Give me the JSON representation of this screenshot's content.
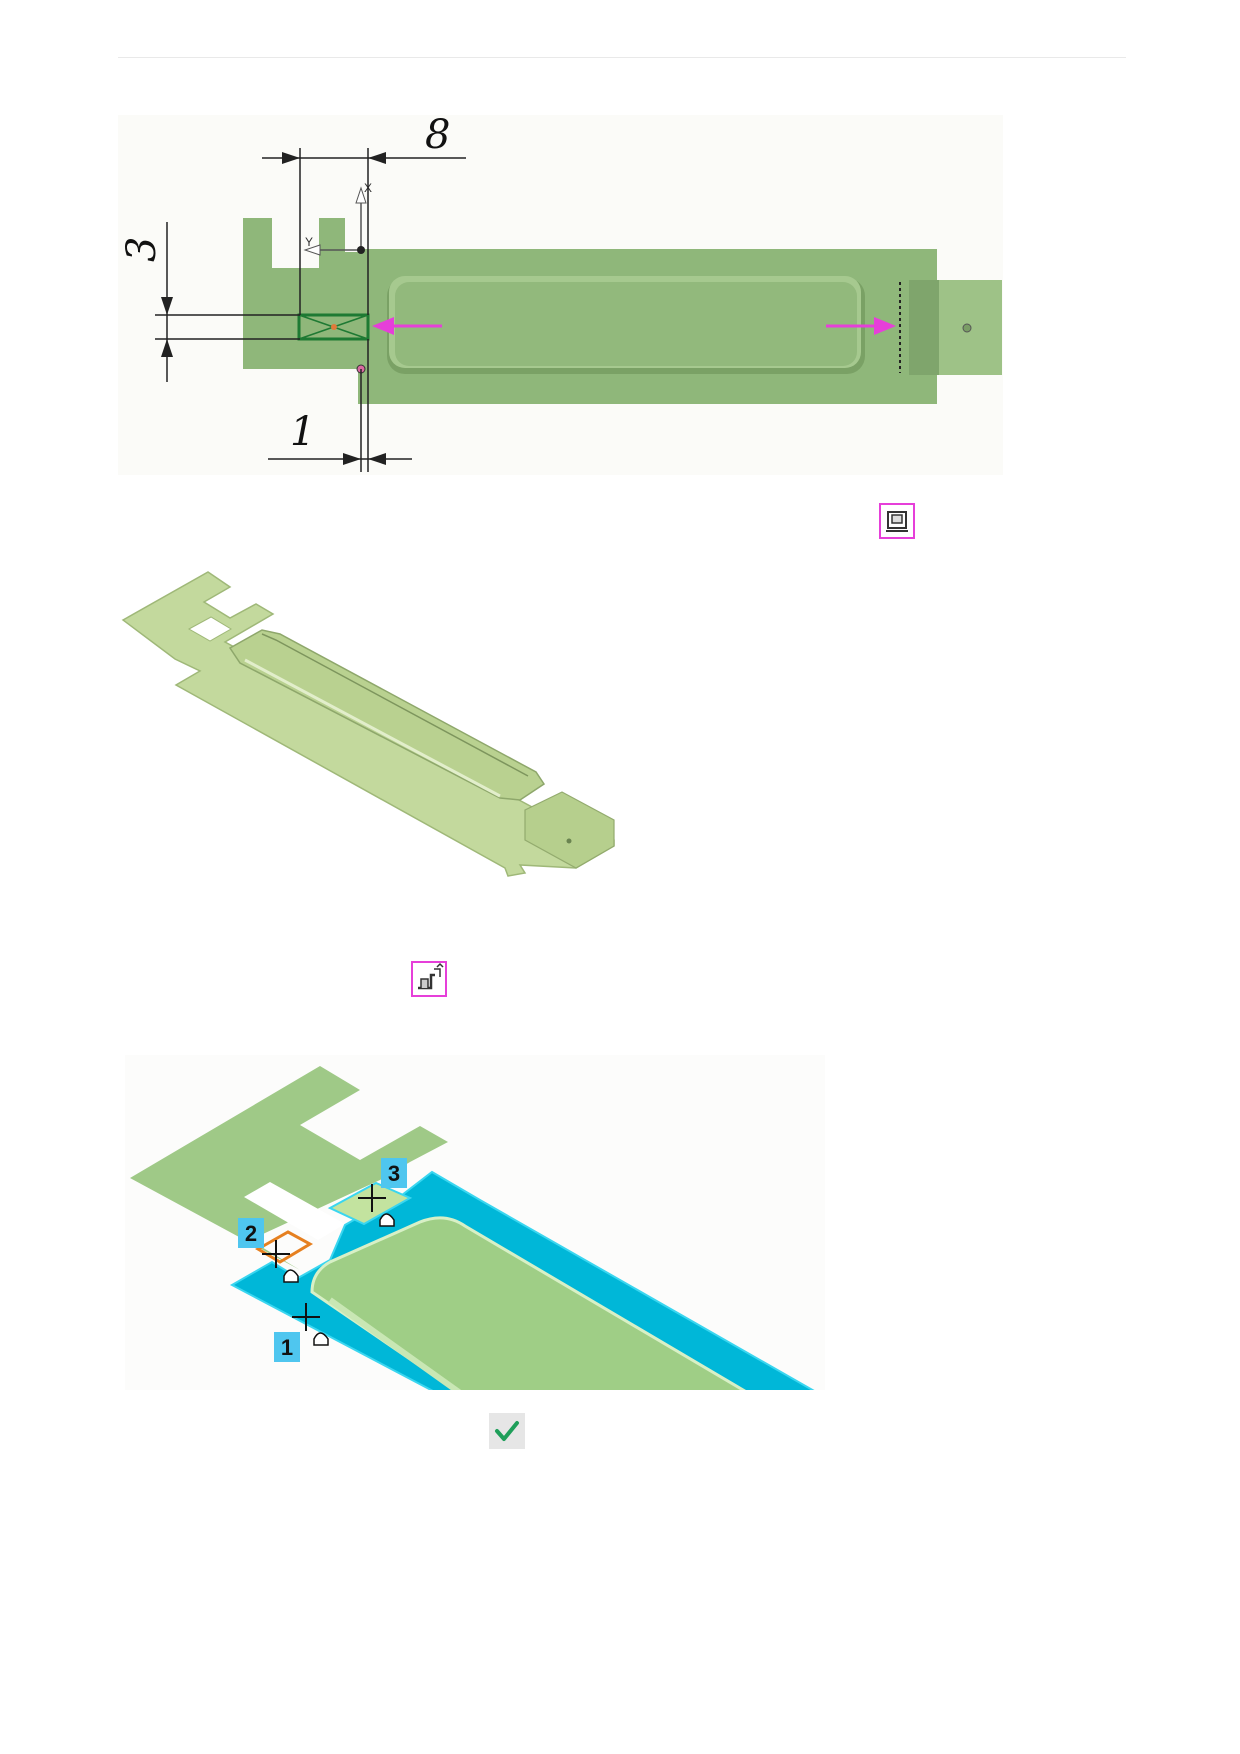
{
  "figure1": {
    "dim_top": "8",
    "dim_left": "3",
    "dim_bottom": "1",
    "axis_x": "X",
    "axis_y": "Y"
  },
  "figure3": {
    "markers": [
      "1",
      "2",
      "3"
    ]
  },
  "colors": {
    "part_green": "#8fb77a",
    "part_green_light": "#c6dca0",
    "highlight_cyan": "#00b7d8",
    "accent_magenta": "#e63fd9",
    "check_green": "#1f9f5a"
  },
  "icons": [
    "sheet-view-icon",
    "bend-tool-icon",
    "checkmark-icon"
  ]
}
